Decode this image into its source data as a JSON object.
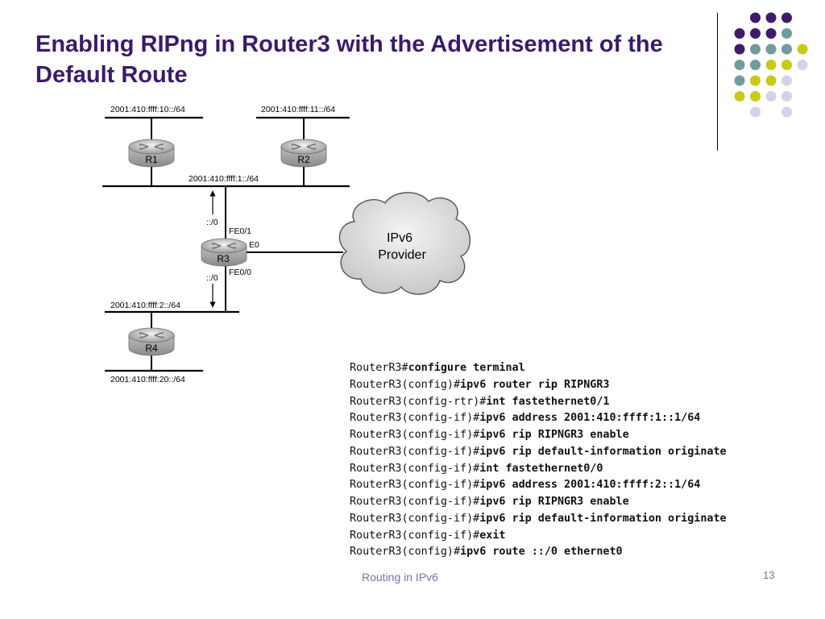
{
  "slide": {
    "title": "Enabling RIPng in Router3 with the Advertisement of the Default Route",
    "footer": "Routing in IPv6",
    "page_number": "13",
    "colors": {
      "title": "#3b1a6b",
      "footer": "#7b6fa8",
      "dot_purple": "#3e1a6a",
      "dot_teal": "#6f9b9b",
      "dot_yellow": "#c9c91a",
      "dot_lavender": "#d4d2e8"
    }
  },
  "diagram": {
    "networks": {
      "r1_lan": "2001:410:ffff:10::/64",
      "r2_lan": "2001:410:ffff:11::/64",
      "upper_link": "2001:410:ffff:1::/64",
      "lower_link": "2001:410:ffff:2::/64",
      "r4_lan": "2001:410:ffff:20::/64"
    },
    "routers": {
      "r1": "R1",
      "r2": "R2",
      "r3": "R3",
      "r4": "R4"
    },
    "interfaces": {
      "fe01": "FE0/1",
      "e0": "E0",
      "fe00": "FE0/0"
    },
    "default_route_up": "::/0",
    "default_route_down": "::/0",
    "cloud": {
      "line1": "IPv6",
      "line2": "Provider"
    }
  },
  "cli": [
    {
      "prompt": "RouterR3#",
      "command": "configure terminal"
    },
    {
      "prompt": "RouterR3(config)#",
      "command": "ipv6 router rip RIPNGR3"
    },
    {
      "prompt": "RouterR3(config-rtr)#",
      "command": "int fastethernet0/1"
    },
    {
      "prompt": "RouterR3(config-if)#",
      "command": "ipv6 address 2001:410:ffff:1::1/64"
    },
    {
      "prompt": "RouterR3(config-if)#",
      "command": "ipv6 rip RIPNGR3 enable"
    },
    {
      "prompt": "RouterR3(config-if)#",
      "command": "ipv6 rip default-information originate"
    },
    {
      "prompt": "RouterR3(config-if)#",
      "command": "int fastethernet0/0"
    },
    {
      "prompt": "RouterR3(config-if)#",
      "command": "ipv6 address 2001:410:ffff:2::1/64"
    },
    {
      "prompt": "RouterR3(config-if)#",
      "command": "ipv6 rip RIPNGR3 enable"
    },
    {
      "prompt": "RouterR3(config-if)#",
      "command": "ipv6 rip default-information originate"
    },
    {
      "prompt": "RouterR3(config-if)#",
      "command": "exit"
    },
    {
      "prompt": "RouterR3(config)#",
      "command": "ipv6 route ::/0 ethernet0"
    }
  ]
}
